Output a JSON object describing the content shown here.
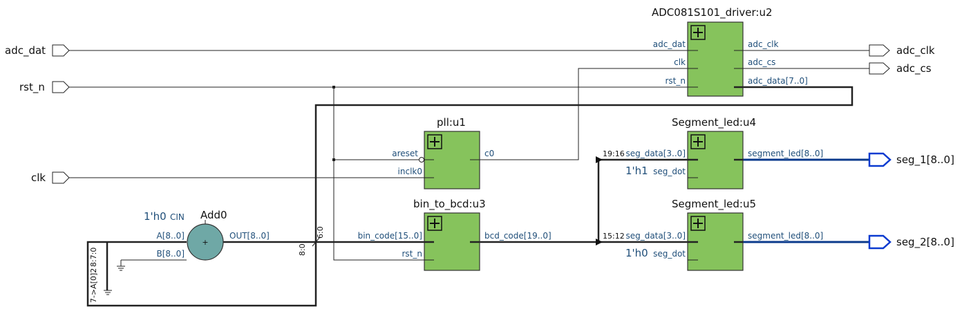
{
  "inputs": {
    "adc_dat": "adc_dat",
    "rst_n": "rst_n",
    "clk": "clk"
  },
  "outputs": {
    "adc_clk": "adc_clk",
    "adc_cs": "adc_cs",
    "seg_1": "seg_1[8..0]",
    "seg_2": "seg_2[8..0]"
  },
  "adc": {
    "title": "ADC081S101_driver:u2",
    "in_dat": "adc_dat",
    "in_clk": "clk",
    "in_rst": "rst_n",
    "out_clk": "adc_clk",
    "out_cs": "adc_cs",
    "out_data": "adc_data[7..0]"
  },
  "pll": {
    "title": "pll:u1",
    "areset": "areset",
    "inclk0": "inclk0",
    "c0": "c0"
  },
  "bcd": {
    "title": "bin_to_bcd:u3",
    "bin_code": "bin_code[15..0]",
    "rst_n": "rst_n",
    "bcd_code": "bcd_code[19..0]"
  },
  "seg4": {
    "title": "Segment_led:u4",
    "seg_data": "seg_data[3..0]",
    "seg_dot": "seg_dot",
    "out": "segment_led[8..0]",
    "range": "19:16",
    "const": "1'h1"
  },
  "seg5": {
    "title": "Segment_led:u5",
    "seg_data": "seg_data[3..0]",
    "seg_dot": "seg_dot",
    "out": "segment_led[8..0]",
    "range": "15:12",
    "const": "1'h0"
  },
  "add": {
    "title": "Add0",
    "cin_const": "1'h0",
    "cin": "CIN",
    "a": "A[8..0]",
    "b": "B[8..0]",
    "out": "OUT[8..0]",
    "plus": "+"
  },
  "bus_labels": {
    "l8_0": "8:0",
    "l6_0": "6:0",
    "l8_7_0": "8:7:0",
    "l7_a02": "7->A[0]2"
  }
}
